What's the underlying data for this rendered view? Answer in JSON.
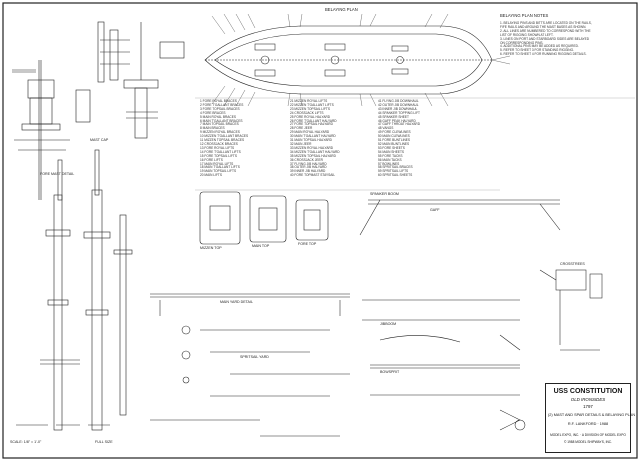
{
  "sheet": {
    "title": "USS CONSTITUTION",
    "subtitle": "OLD IRONSIDES",
    "year": "1797",
    "sheet_name": "(2) MAST AND SPAR DETAILS & BELAYING PLAN",
    "drawn_by": "R.F. LANKFORD · 1988",
    "publisher_line_1": "MODEL EXPO, INC. · A DIVISION OF MODEL EXPO",
    "publisher_line_2": "© 1988 MODEL SHIPWAYS, INC."
  },
  "section_labels": {
    "belaying_plan": "BELAYING PLAN",
    "belaying_plan_notes": "BELAYING PLAN NOTES",
    "main_yard_detail": "MAIN YARD DETAIL",
    "spritsail_yard": "SPRITSAIL YARD",
    "fore_mast_detail": "FORE MAST DETAIL",
    "mizzen_top": "MIZZEN TOP",
    "main_top": "MAIN TOP",
    "fore_top": "FORE TOP",
    "spanker_boom": "SPANKER BOOM",
    "gaff": "GAFF",
    "jibboom": "JIBBOOM",
    "bowsprit": "BOWSPRIT",
    "crosstrees": "CROSSTREES",
    "mast_cap": "MAST CAP"
  },
  "legend_rows": [
    "1  FORE ROYAL BRACES",
    "2  FORE T'GALLANT BRACES",
    "3  FORE TOPSAIL BRACES",
    "4  FORE BRACES",
    "5  MAIN ROYAL BRACES",
    "6  MAIN T'GALLANT BRACES",
    "7  MAIN TOPSAIL BRACES",
    "8  MAIN BRACES",
    "9  MIZZEN ROYAL BRACES",
    "10 MIZZEN T'GALLANT BRACES",
    "11 MIZZEN TOPSAIL BRACES",
    "12 CROSSJACK BRACES",
    "13 FORE ROYAL LIFTS",
    "14 FORE T'GALLANT LIFTS",
    "15 FORE TOPSAIL LIFTS",
    "16 FORE LIFTS",
    "17 MAIN ROYAL LIFTS",
    "18 MAIN T'GALLANT LIFTS",
    "19 MAIN TOPSAIL LIFTS",
    "20 MAIN LIFTS",
    "21 MIZZEN ROYAL LIFTS",
    "22 MIZZEN T'GALLANT LIFTS",
    "23 MIZZEN TOPSAIL LIFTS",
    "24 CROSSJACK LIFTS",
    "25 FORE ROYAL HALYARD",
    "26 FORE T'GALLANT HALYARD",
    "27 FORE TOPSAIL HALYARD",
    "28 FORE JEER",
    "29 MAIN ROYAL HALYARD",
    "30 MAIN T'GALLANT HALYARD",
    "31 MAIN TOPSAIL HALYARD",
    "32 MAIN JEER",
    "33 MIZZEN ROYAL HALYARD",
    "34 MIZZEN T'GALLANT HALYARD",
    "35 MIZZEN TOPSAIL HALYARD",
    "36 CROSSJACK JEER",
    "37 FLYING JIB HALYARD",
    "38 OUTER JIB HALYARD",
    "39 INNER JIB HALYARD",
    "40 FORE TOPMAST STAYSAIL",
    "41 FLYING JIB DOWNHAUL",
    "42 OUTER JIB DOWNHAUL",
    "43 INNER JIB DOWNHAUL",
    "44 SPANKER TOPPING LIFT",
    "45 SPANKER SHEET",
    "46 GAFF PEAK HALYARD",
    "47 GAFF THROAT HALYARD",
    "48 VANGS",
    "49 FORE CLEWLINES",
    "50 MAIN CLEWLINES",
    "51 FORE BUNTLINES",
    "52 MAIN BUNTLINES",
    "53 FORE SHEETS",
    "54 MAIN SHEETS",
    "55 FORE TACKS",
    "56 MAIN TACKS",
    "57 BOWLINES",
    "58 SPRITSAIL BRACES",
    "59 SPRITSAIL LIFTS",
    "60 SPRITSAIL SHEETS"
  ],
  "notes_rows": [
    "1. BELAYING PINS AND BITTS ARE LOCATED ON THE RAILS,",
    "   FIFE RAILS AND AROUND THE MAST BASES AS SHOWN.",
    "2. ALL LINES ARE NUMBERED TO CORRESPOND WITH THE",
    "   LIST OF RIGGING SHOWN AT LEFT.",
    "3. LINES ON PORT AND STARBOARD SIDES ARE BELAYED",
    "   ON CORRESPONDING PINS.",
    "4. ADDITIONAL PINS MAY BE ADDED AS REQUIRED.",
    "5. REFER TO SHEET 3 FOR STANDING RIGGING.",
    "6. REFER TO SHEET 4 FOR RUNNING RIGGING DETAILS."
  ],
  "scale_labels": {
    "scale": "SCALE: 1/8\" = 1'-0\"",
    "full_size": "FULL SIZE"
  }
}
